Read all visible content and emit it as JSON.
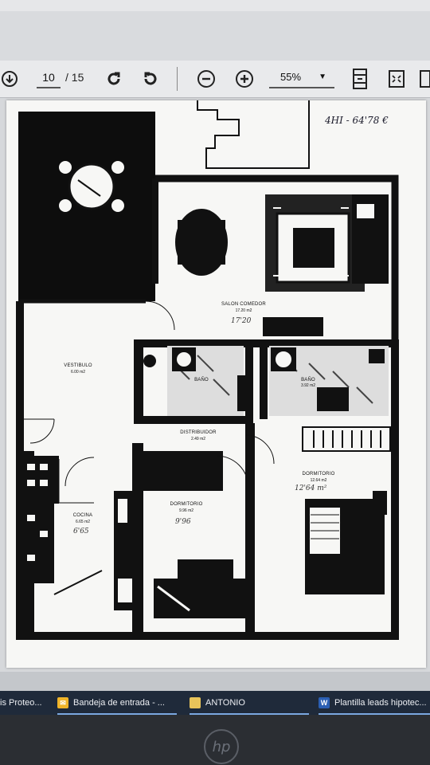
{
  "pdf_viewer": {
    "toolbar": {
      "page_current": "10",
      "page_total": "/ 15",
      "zoom": "55%"
    },
    "document": {
      "handwritten_note": "4HI - 64'78 €",
      "rooms": [
        {
          "name": "SALON COMEDOR",
          "area": "17.20 m2",
          "handwritten": "17'20"
        },
        {
          "name": "VESTIBULO",
          "area": "6.00 m2"
        },
        {
          "name": "BAÑO",
          "area": ""
        },
        {
          "name": "BAÑO",
          "area": "3.92 m2"
        },
        {
          "name": "DISTRIBUIDOR",
          "area": "2.49 m2"
        },
        {
          "name": "DORMITORIO",
          "area": "12.64 m2",
          "handwritten": "12'64 m²"
        },
        {
          "name": "DORMITORIO",
          "area": "9.96 m2",
          "handwritten": "9'96"
        },
        {
          "name": "COCINA",
          "area": "6.65 m2",
          "handwritten": "6'65"
        }
      ]
    }
  },
  "taskbar": {
    "items": [
      {
        "label": "is Proteo...",
        "icon": "app-icon"
      },
      {
        "label": "Bandeja de entrada - ...",
        "icon": "mail-icon"
      },
      {
        "label": "ANTONIO",
        "icon": "folder-icon"
      },
      {
        "label": "Plantilla leads hipotec...",
        "icon": "word-icon"
      }
    ]
  },
  "bezel": {
    "brand": "hp"
  }
}
